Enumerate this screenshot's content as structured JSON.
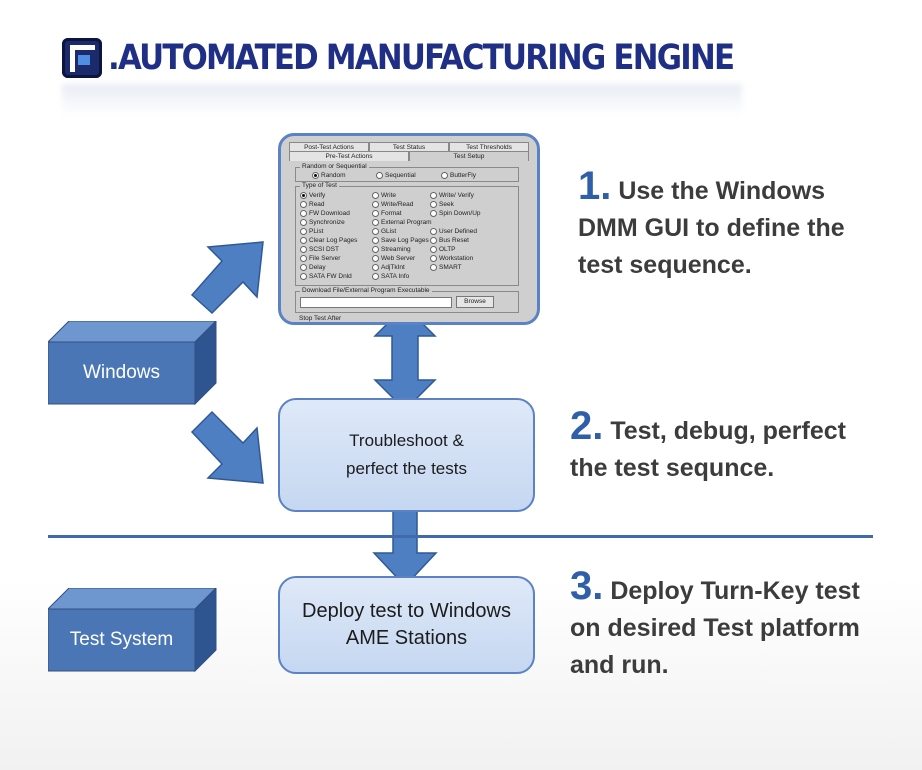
{
  "title": ".AUTOMATED MANUFACTURING ENGINE",
  "colors": {
    "title": "#1f2f86",
    "block": "#4a76b5",
    "box_border": "#5a82c4",
    "step_number": "#2f5fa8",
    "divider": "#416aac"
  },
  "icons": {
    "logo": "ame-logo-icon",
    "arrow": "block-arrow-icon"
  },
  "blocks": {
    "windows": "Windows",
    "test_system": "Test System"
  },
  "boxes": {
    "troubleshoot": "Troubleshoot & perfect the tests",
    "deploy": "Deploy test to Windows AME Stations"
  },
  "steps": [
    {
      "num": "1.",
      "text": "Use the Windows DMM GUI to define the test sequence.",
      "lines": [
        "Use the Windows",
        "DMM GUI to define the",
        "test sequence."
      ]
    },
    {
      "num": "2.",
      "text": "Test, debug, perfect the test sequnce.",
      "lines": [
        "Test, debug, perfect",
        "the test sequnce."
      ]
    },
    {
      "num": "3.",
      "text": "Deploy Turn-Key test on desired Test platform and run.",
      "lines": [
        "Deploy Turn-Key test",
        "on desired Test platform",
        "and run."
      ]
    }
  ],
  "screenshot": {
    "tabs_top": [
      "Post-Test Actions",
      "Test Status",
      "Test Thresholds"
    ],
    "tabs_bottom": [
      "Pre-Test Actions",
      "Test Setup"
    ],
    "random_group": {
      "title": "Random or Sequential",
      "options": [
        "Random",
        "Sequential",
        "ButterFly"
      ],
      "selected": "Random"
    },
    "type_group": {
      "title": "Type of Test",
      "selected": "Verify",
      "col1": [
        "Verify",
        "Read",
        "FW Download",
        "Synchronize",
        "PList",
        "Clear Log Pages",
        "SCSI DST",
        "File Server",
        "Delay",
        "SATA FW Dnld"
      ],
      "col2": [
        "Write",
        "Write/Read",
        "Format",
        "External Program",
        "GList",
        "Save Log Pages",
        "Streaming",
        "Web Server",
        "AdjTkInt",
        "SATA Info"
      ],
      "col3": [
        "Write/ Verify",
        "Seek",
        "Spin Down/Up",
        "",
        "User Defined",
        "Bus Reset",
        "OLTP",
        "Workstation",
        "SMART",
        ""
      ]
    },
    "download_label": "Download File/External Program Executable",
    "browse_label": "Browse",
    "stop_label": "Stop Test After"
  }
}
